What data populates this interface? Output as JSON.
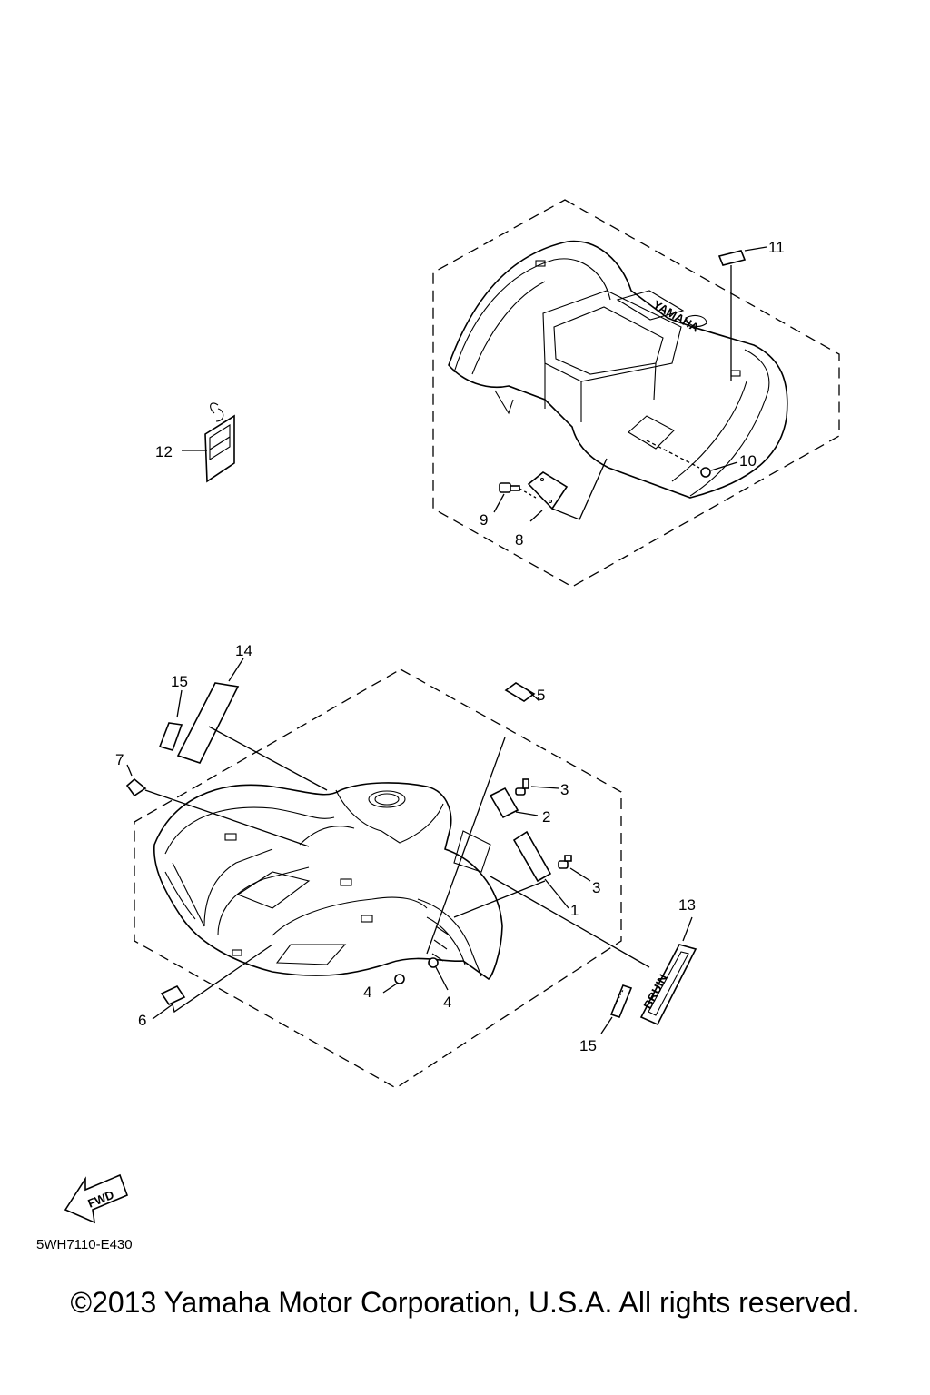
{
  "diagram_code": "5WH7110-E430",
  "copyright": "©2013 Yamaha Motor Corporation, U.S.A. All rights reserved.",
  "fwd_label": "FWD",
  "rear_fender_text": "YAMAHA",
  "emblem_text": "BRUIN",
  "callouts": {
    "c1": "1",
    "c2": "2",
    "c3a": "3",
    "c3b": "3",
    "c4a": "4",
    "c4b": "4",
    "c5": "5",
    "c6": "6",
    "c7": "7",
    "c8": "8",
    "c9": "9",
    "c10": "10",
    "c11": "11",
    "c12": "12",
    "c13": "13",
    "c14": "14",
    "c15a": "15",
    "c15b": "15"
  }
}
